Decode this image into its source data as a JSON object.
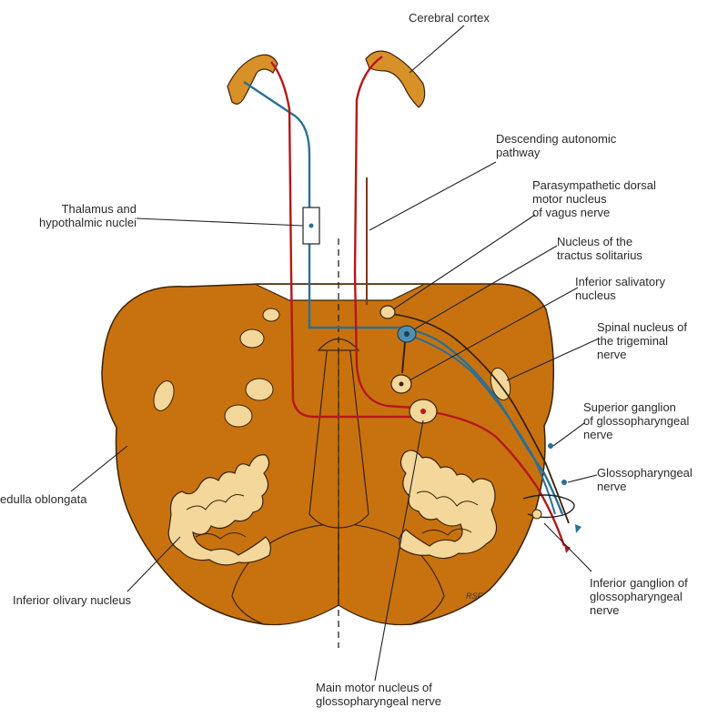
{
  "colors": {
    "medulla": "#c8720f",
    "medulla_outline": "#3a2208",
    "nucleus_fill": "#f4d79a",
    "motor_pathway": "#b41818",
    "sensory_pathway": "#2a6f95",
    "autonomic_pathway": "#7a3a1a",
    "leader_line": "#222222",
    "label_text": "#2a2a2a"
  },
  "labels": {
    "cerebral_cortex": "Cerebral cortex",
    "descending_autonomic": "Descending autonomic\npathway",
    "parasympathetic_dorsal": "Parasympathetic dorsal\nmotor nucleus\nof vagus nerve",
    "tractus_solitarius": "Nucleus of the\ntractus solitarius",
    "inferior_salivatory": "Inferior salivatory\nnucleus",
    "spinal_trigeminal": "Spinal nucleus of\nthe trigeminal\nnerve",
    "superior_ganglion": "Superior ganglion\nof glossopharyngeal\nnerve",
    "glossopharyngeal_nerve": "Glossopharyngeal\nnerve",
    "inferior_ganglion": "Inferior ganglion of\nglossopharyngeal\nnerve",
    "thalamus": "Thalamus and\nhypothalmic nuclei",
    "medulla_oblongata": "edulla oblongata",
    "inferior_olivary": "Inferior olivary nucleus",
    "main_motor_nucleus": "Main motor nucleus of\nglossopharyngeal nerve"
  },
  "credit": "RSF"
}
